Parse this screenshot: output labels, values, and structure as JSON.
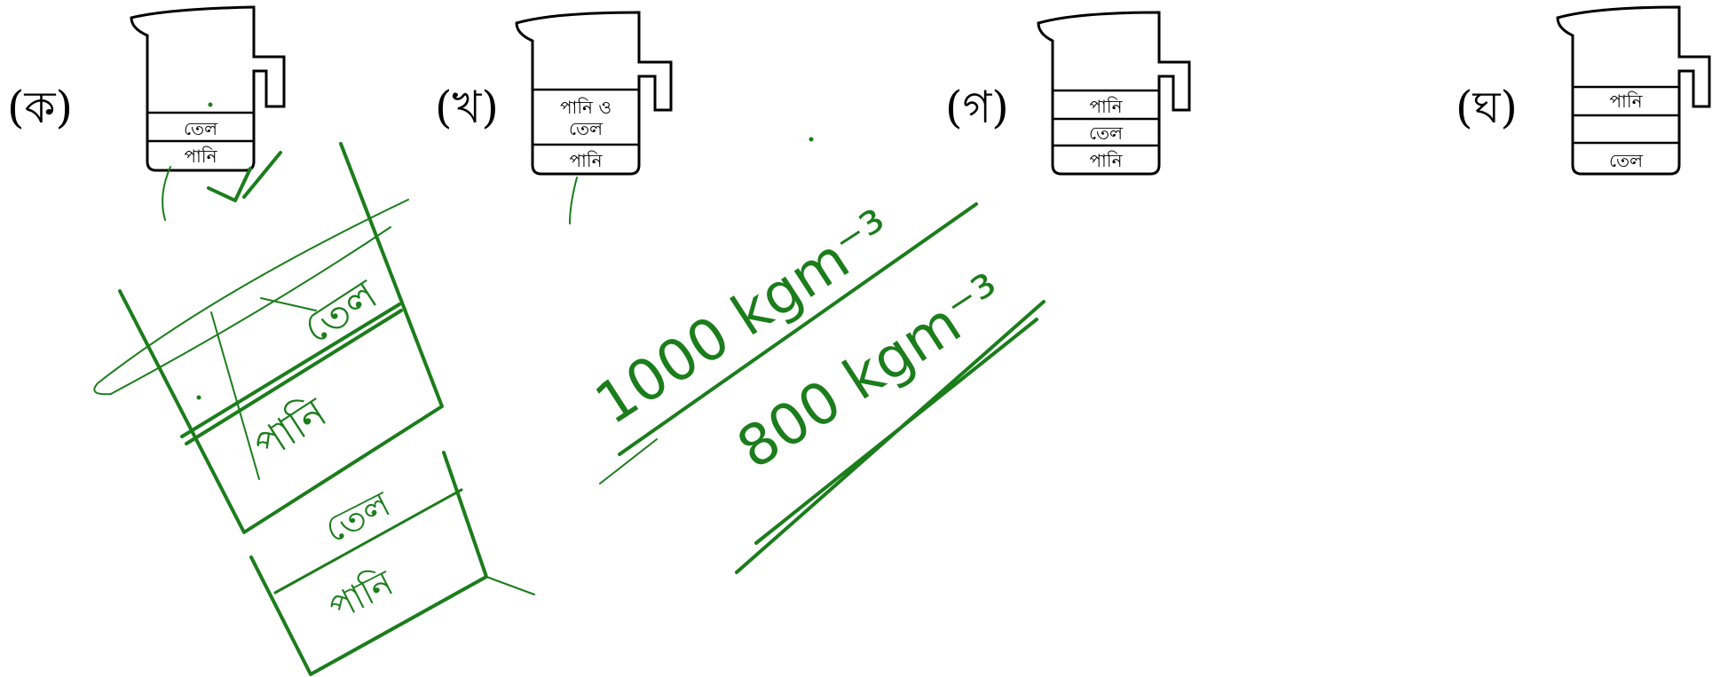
{
  "options": [
    {
      "id": "ka",
      "label": "(ক)",
      "layers": [
        "তেল",
        "পানি"
      ]
    },
    {
      "id": "kha",
      "label": "(খ)",
      "layers": [
        "পানি ও\nতেল",
        "পানি"
      ]
    },
    {
      "id": "ga",
      "label": "(গ)",
      "layers": [
        "পানি",
        "তেল",
        "পানি"
      ]
    },
    {
      "id": "gha",
      "label": "(ঘ)",
      "layers": [
        "পানি",
        "",
        "তেল"
      ]
    }
  ],
  "annotations": {
    "ink_color": "#1b7d1b",
    "big_beaker_top": "তেল",
    "big_beaker_bottom": "পানি",
    "small_beaker_top": "তেল",
    "small_beaker_bottom": "পানি",
    "density_water": "1000 kgm⁻³",
    "density_oil": "800 kgm⁻³"
  }
}
